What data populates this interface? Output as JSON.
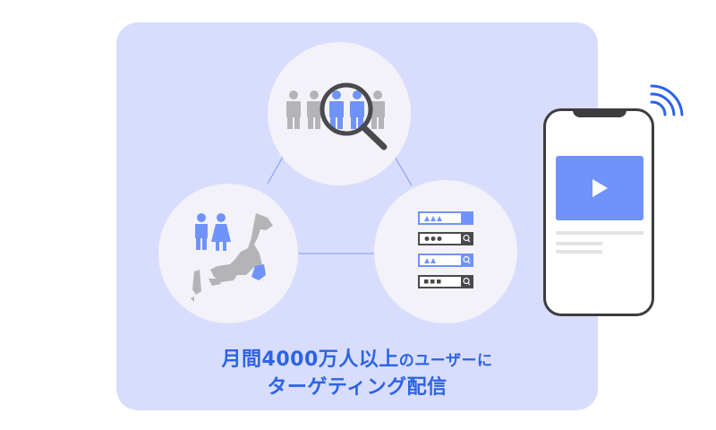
{
  "headline": {
    "line1_main": "月間4000万人以上",
    "line1_tail": "のユーザーに",
    "line2": "ターゲティング配信"
  },
  "circles": [
    {
      "id": "top",
      "icon": "people-search-icon",
      "meaning": "audience targeting"
    },
    {
      "id": "left",
      "icon": "demographic-region-icon",
      "meaning": "gender and region targeting"
    },
    {
      "id": "right",
      "icon": "search-keyword-icon",
      "meaning": "search keyword targeting"
    }
  ],
  "search_bars": [
    {
      "symbol": "▲▲▲",
      "style": "highlighted-filled"
    },
    {
      "symbol": "●●●",
      "style": "dark"
    },
    {
      "symbol": "▲▲",
      "style": "highlighted"
    },
    {
      "symbol": "■■■",
      "style": "dark"
    }
  ],
  "phone": {
    "icon": "play-icon"
  },
  "colors": {
    "panel": "#d8ddfd",
    "accent": "#2c63e6",
    "icon_blue": "#6f93fb",
    "icon_gray": "#b4b4b8",
    "dark": "#4a4a4e"
  }
}
